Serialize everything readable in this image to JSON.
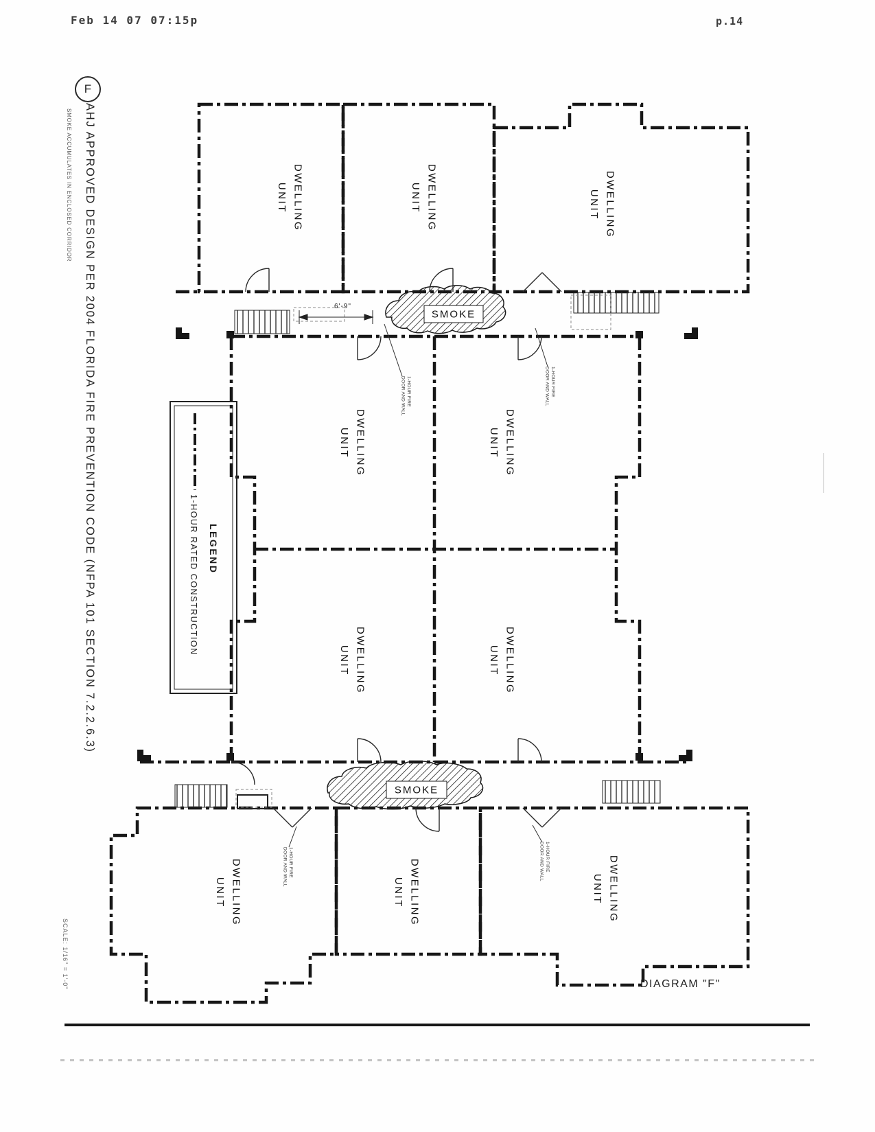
{
  "page": {
    "background": "#fefefe",
    "ink": "#1a1a1a"
  },
  "fax_header": {
    "timestamp": "Feb 14 07 07:15p",
    "page_number": "p.14"
  },
  "title_block": {
    "circle_letter": "F",
    "title": "AHJ APPROVED DESIGN PER 2004 FLORIDA FIRE PREVENTION CODE (NFPA 101 SECTION 7.2.2.6.3)",
    "side_note": "SMOKE ACCUMULATES IN ENCLOSED CORRIDOR",
    "scale_note": "SCALE: 1/16\" = 1'-0\""
  },
  "legend": {
    "title": "LEGEND",
    "symbol": "dash-dot-line",
    "item_label": "1-HOUR RATED CONSTRUCTION"
  },
  "plan": {
    "rooms": [
      {
        "label": "DWELLING\nUNIT"
      },
      {
        "label": "DWELLING\nUNIT"
      },
      {
        "label": "DWELLING\nUNIT"
      },
      {
        "label": "DWELLING\nUNIT"
      },
      {
        "label": "DWELLING\nUNIT"
      },
      {
        "label": "DWELLING\nUNIT"
      },
      {
        "label": "DWELLING\nUNIT"
      },
      {
        "label": "DWELLING\nUNIT"
      },
      {
        "label": "DWELLING\nUNIT"
      },
      {
        "label": "DWELLING\nUNIT"
      }
    ],
    "smoke_label": "SMOKE",
    "door_note": "1-HOUR FIRE\nDOOR AND WALL",
    "dimension_label": "6'-9\"",
    "diagram_label": "DIAGRAM \"F\""
  }
}
